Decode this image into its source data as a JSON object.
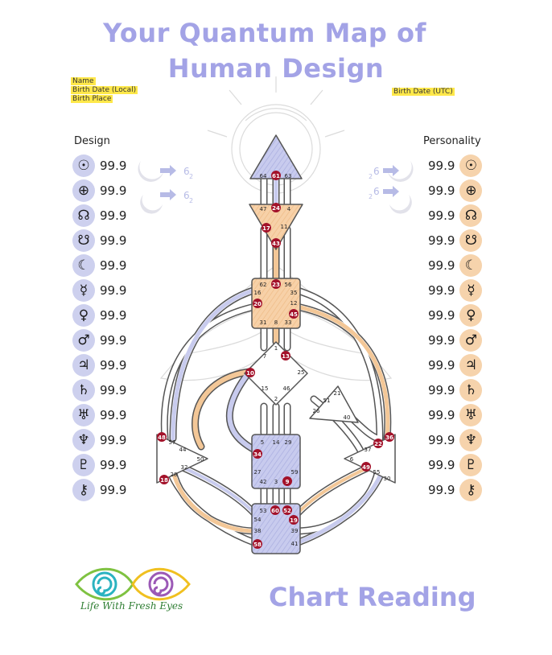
{
  "title": {
    "line1": "Your Quantum Map of",
    "line2": "Human Design"
  },
  "fields": {
    "name": "Name",
    "birth_date_local": "Birth Date (Local)",
    "birth_place": "Birth Place",
    "birth_date_utc": "Birth Date (UTC)"
  },
  "columns": {
    "design": "Design",
    "personality": "Personality"
  },
  "planets": [
    {
      "icon": "sun-icon",
      "glyph": "☉",
      "design": "99.9",
      "personality": "99.9"
    },
    {
      "icon": "earth-icon",
      "glyph": "⊕",
      "design": "99.9",
      "personality": "99.9"
    },
    {
      "icon": "north-node-icon",
      "glyph": "☊",
      "design": "99.9",
      "personality": "99.9"
    },
    {
      "icon": "south-node-icon",
      "glyph": "☋",
      "design": "99.9",
      "personality": "99.9"
    },
    {
      "icon": "moon-icon",
      "glyph": "☾",
      "design": "99.9",
      "personality": "99.9"
    },
    {
      "icon": "mercury-icon",
      "glyph": "☿",
      "design": "99.9",
      "personality": "99.9"
    },
    {
      "icon": "venus-icon",
      "glyph": "♀",
      "design": "99.9",
      "personality": "99.9"
    },
    {
      "icon": "mars-icon",
      "glyph": "♂",
      "design": "99.9",
      "personality": "99.9"
    },
    {
      "icon": "jupiter-icon",
      "glyph": "♃",
      "design": "99.9",
      "personality": "99.9"
    },
    {
      "icon": "saturn-icon",
      "glyph": "♄",
      "design": "99.9",
      "personality": "99.9"
    },
    {
      "icon": "uranus-icon",
      "glyph": "♅",
      "design": "99.9",
      "personality": "99.9"
    },
    {
      "icon": "neptune-icon",
      "glyph": "♆",
      "design": "99.9",
      "personality": "99.9"
    },
    {
      "icon": "pluto-icon",
      "glyph": "♇",
      "design": "99.9",
      "personality": "99.9"
    },
    {
      "icon": "chiron-icon",
      "glyph": "⚷",
      "design": "99.9",
      "personality": "99.9"
    }
  ],
  "variables": {
    "design_top": "6",
    "design_top_sub": "2",
    "design_bottom": "6",
    "design_bottom_sub": "2",
    "personality_top": "6",
    "personality_top_sub": "2",
    "personality_bottom": "6",
    "personality_bottom_sub": "2"
  },
  "gates": {
    "g64": "64",
    "g61": "61",
    "g63": "63",
    "g47": "47",
    "g24": "24",
    "g4": "4",
    "g17": "17",
    "g11": "11",
    "g43": "43",
    "g62": "62",
    "g23": "23",
    "g56": "56",
    "g16": "16",
    "g35": "35",
    "g20": "20",
    "g12": "12",
    "g45": "45",
    "g31": "31",
    "g8": "8",
    "g33": "33",
    "g1": "1",
    "g7": "7",
    "g13": "13",
    "g10": "10",
    "g25": "25",
    "g15": "15",
    "g46": "46",
    "g2": "2",
    "g21": "21",
    "g51": "51",
    "g26": "26",
    "g40": "40",
    "g48": "48",
    "g57": "57",
    "g44": "44",
    "g50": "50",
    "g32": "32",
    "g28": "28",
    "g18": "18",
    "g5": "5",
    "g14": "14",
    "g29": "29",
    "g34": "34",
    "g27": "27",
    "g59": "59",
    "g42": "42",
    "g3": "3",
    "g9": "9",
    "g36": "36",
    "g22": "22",
    "g37": "37",
    "g6": "6",
    "g49": "49",
    "g55": "55",
    "g30": "30",
    "g53": "53",
    "g60": "60",
    "g52": "52",
    "g54": "54",
    "g19": "19",
    "g38": "38",
    "g39": "39",
    "g58": "58",
    "g41": "41"
  },
  "colors": {
    "title": "#a3a3e6",
    "design": "#b7bbe6",
    "personality": "#f3c797",
    "gate_active": "#a3122a",
    "highlight": "#ffe84a"
  },
  "logo": {
    "text": "Life With Fresh Eyes"
  },
  "footer": {
    "chart_reading": "Chart Reading"
  }
}
